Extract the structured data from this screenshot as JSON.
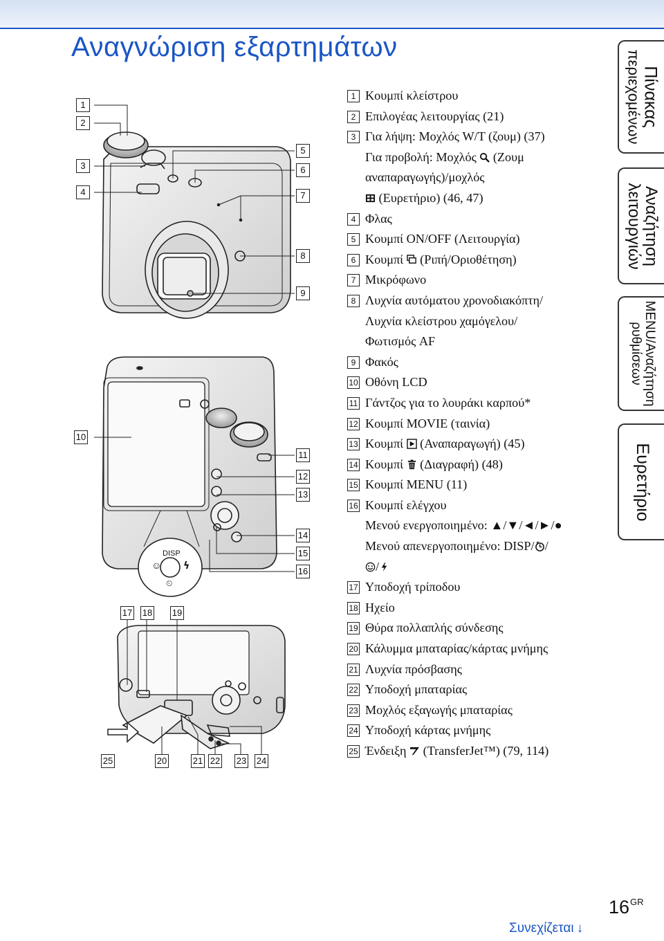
{
  "page": {
    "title": "Αναγνώριση εξαρτημάτων",
    "page_number": "16",
    "page_suffix": "GR",
    "continue_label": "Συνεχίζεται",
    "continue_arrow": "↓"
  },
  "tabs": [
    {
      "lines": [
        "Πίνακας",
        "περιεχομένων"
      ]
    },
    {
      "lines": [
        "Αναζήτηση",
        "λειτουργιών"
      ]
    },
    {
      "lines": [
        "MENU/Αναζήτηση",
        "ρυθμίσεων"
      ]
    },
    {
      "lines": [
        "Ευρετήριο"
      ]
    }
  ],
  "labels": [
    "1",
    "2",
    "3",
    "4",
    "5",
    "6",
    "7",
    "8",
    "9",
    "10",
    "11",
    "12",
    "13",
    "14",
    "15",
    "16",
    "17",
    "18",
    "19",
    "20",
    "21",
    "22",
    "23",
    "24",
    "25"
  ],
  "dial": {
    "disp": "DISP"
  },
  "legend": [
    {
      "num": "1",
      "lines": [
        "Κουμπί κλείστρου"
      ]
    },
    {
      "num": "2",
      "lines": [
        "Επιλογέας λειτουργίας (21)"
      ]
    },
    {
      "num": "3",
      "lines": [
        "Για λήψη: Μοχλός W/T (ζουμ) (37)",
        "Για προβολή: Μοχλός",
        "(Ζουμ",
        "αναπαραγωγής)/μοχλός",
        "(Ευρετήριο) (46, 47)"
      ]
    },
    {
      "num": "4",
      "lines": [
        "Φλας"
      ]
    },
    {
      "num": "5",
      "lines": [
        "Κουμπί ON/OFF (Λειτουργία)"
      ]
    },
    {
      "num": "6",
      "lines": [
        "Κουμπί",
        "(Ριπή/Οριοθέτηση)"
      ]
    },
    {
      "num": "7",
      "lines": [
        "Μικρόφωνο"
      ]
    },
    {
      "num": "8",
      "lines": [
        "Λυχνία αυτόματου χρονοδιακόπτη/",
        "Λυχνία κλείστρου χαμόγελου/",
        "Φωτισμός AF"
      ]
    },
    {
      "num": "9",
      "lines": [
        "Φακός"
      ]
    },
    {
      "num": "10",
      "lines": [
        "Οθόνη LCD"
      ]
    },
    {
      "num": "11",
      "lines": [
        "Γάντζος για το λουράκι καρπού*"
      ]
    },
    {
      "num": "12",
      "lines": [
        "Κουμπί MOVIE (ταινία)"
      ]
    },
    {
      "num": "13",
      "lines": [
        "Κουμπί",
        "(Αναπαραγωγή) (45)"
      ]
    },
    {
      "num": "14",
      "lines": [
        "Κουμπί",
        "(Διαγραφή) (48)"
      ]
    },
    {
      "num": "15",
      "lines": [
        "Κουμπί MENU (11)"
      ]
    },
    {
      "num": "16",
      "lines": [
        "Κουμπί ελέγχου",
        "Μενού ενεργοποιημένο: ▲/▼/◄/►/●",
        "Μενού απενεργοποιημένο: DISP/",
        "/"
      ]
    },
    {
      "num": "17",
      "lines": [
        "Υποδοχή τρίποδου"
      ]
    },
    {
      "num": "18",
      "lines": [
        "Ηχείο"
      ]
    },
    {
      "num": "19",
      "lines": [
        "Θύρα πολλαπλής σύνδεσης"
      ]
    },
    {
      "num": "20",
      "lines": [
        "Κάλυμμα μπαταρίας/κάρτας μνήμης"
      ]
    },
    {
      "num": "21",
      "lines": [
        "Λυχνία πρόσβασης"
      ]
    },
    {
      "num": "22",
      "lines": [
        "Υποδοχή μπαταρίας"
      ]
    },
    {
      "num": "23",
      "lines": [
        "Μοχλός εξαγωγής μπαταρίας"
      ]
    },
    {
      "num": "24",
      "lines": [
        "Υποδοχή κάρτας μνήμης"
      ]
    },
    {
      "num": "25",
      "lines": [
        "Ένδειξη",
        "(TransferJet™) (79, 114)"
      ]
    }
  ]
}
